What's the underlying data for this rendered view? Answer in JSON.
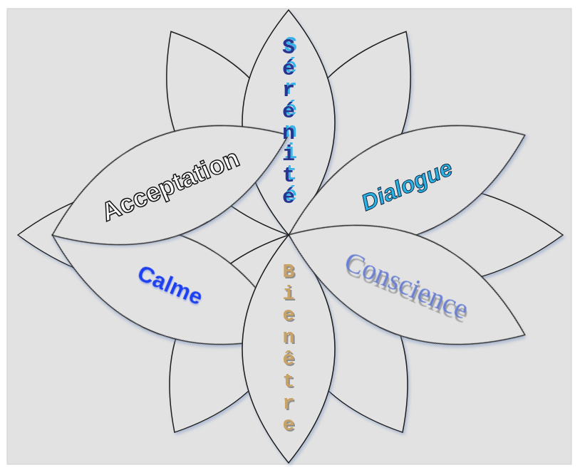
{
  "diagram": {
    "nodes": [
      {
        "text": [
          "Sérénité"
        ]
      },
      {
        "text": [
          "Calme"
        ]
      },
      {
        "text": [
          "Dialogue"
        ]
      },
      {
        "text": [
          "Acceptation"
        ]
      },
      {
        "text": [
          "Bien être"
        ]
      },
      {
        "text": [
          "Conscience"
        ]
      }
    ]
  }
}
